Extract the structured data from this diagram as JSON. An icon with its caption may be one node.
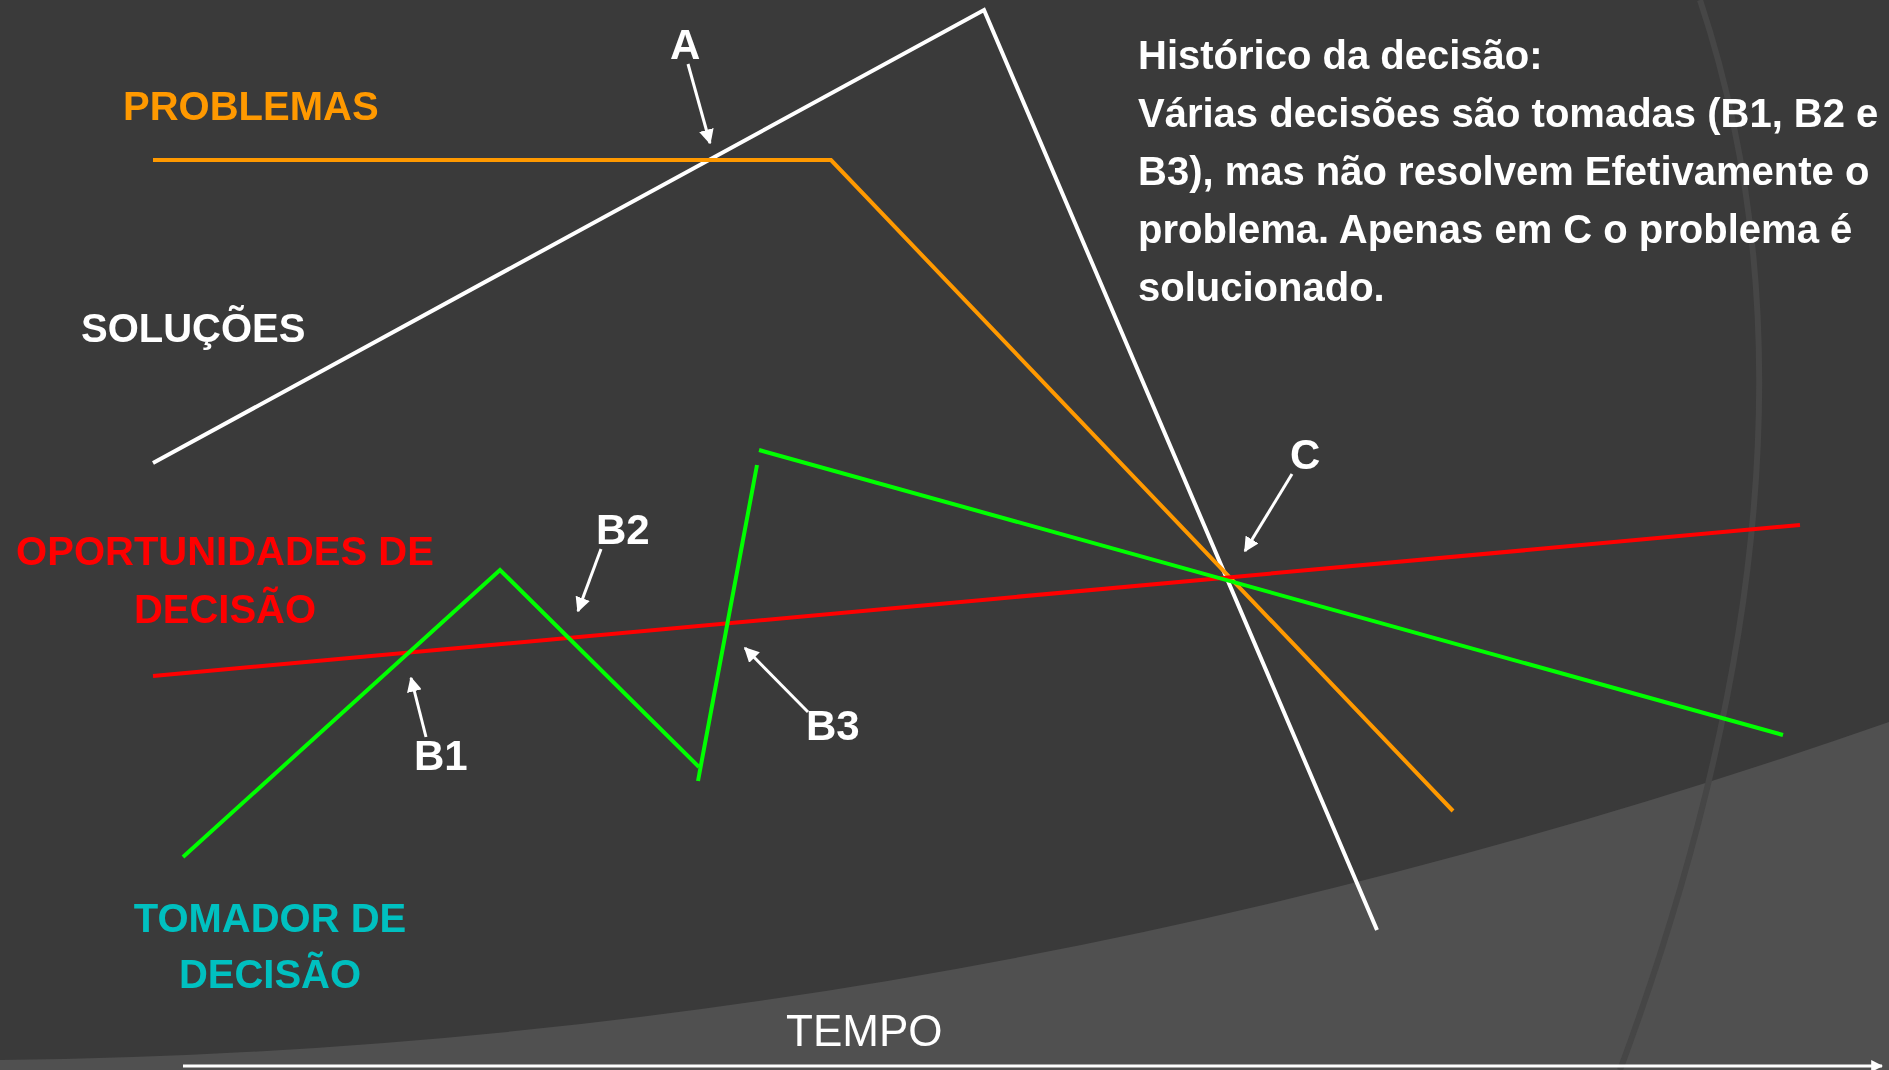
{
  "diagram": {
    "nodes": [
      {
        "text": [
          "A"
        ]
      },
      {
        "text": [
          "B1"
        ]
      },
      {
        "text": [
          "B2"
        ]
      },
      {
        "text": [
          "B3"
        ]
      },
      {
        "text": [
          "C"
        ]
      }
    ],
    "edges": [
      {
        "from": 0,
        "to": null,
        "arrow": "to"
      },
      {
        "from": 1,
        "to": null,
        "arrow": "to"
      },
      {
        "from": 2,
        "to": null,
        "arrow": "to"
      },
      {
        "from": 3,
        "to": null,
        "arrow": "to"
      },
      {
        "from": 4,
        "to": null,
        "arrow": "to"
      }
    ],
    "labels": [
      "PROBLEMAS",
      "SOLUÇÕES",
      "OPORTUNIDADES DE DECISÃO",
      "TOMADOR DE DECISÃO",
      "Histórico da decisão:",
      "Várias decisões são tomadas (B1, B2 e B3), mas não resolvem Efetivamente o problema. Apenas em C o problema é solucionado.",
      "TEMPO"
    ]
  }
}
